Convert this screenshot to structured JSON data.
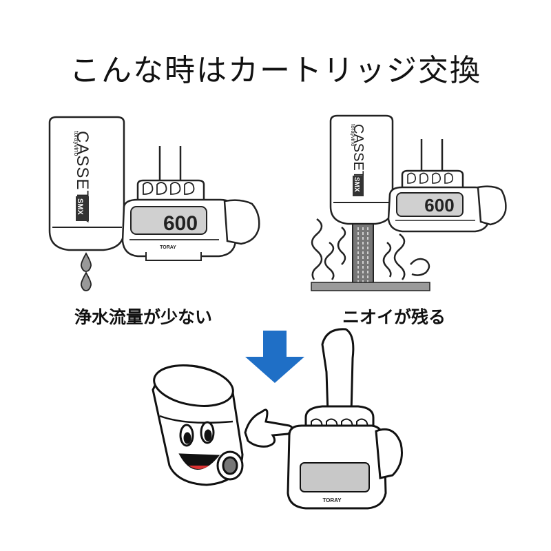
{
  "headline": "こんな時はカートリッジ交換",
  "captions": {
    "low_flow": "浄水流量が少ない",
    "odor": "ニオイが残る"
  },
  "device_labels": {
    "brand_small": "torayvino",
    "brand_large": "CASSETTY",
    "model": "SMX",
    "display_value": "600",
    "maker": "TORAY"
  },
  "colors": {
    "arrow": "#1f6fc6",
    "ink": "#222222",
    "display": "#cfcfcf"
  },
  "icons": [
    "water-drop-icon",
    "down-arrow-icon",
    "odor-wave-icon"
  ]
}
